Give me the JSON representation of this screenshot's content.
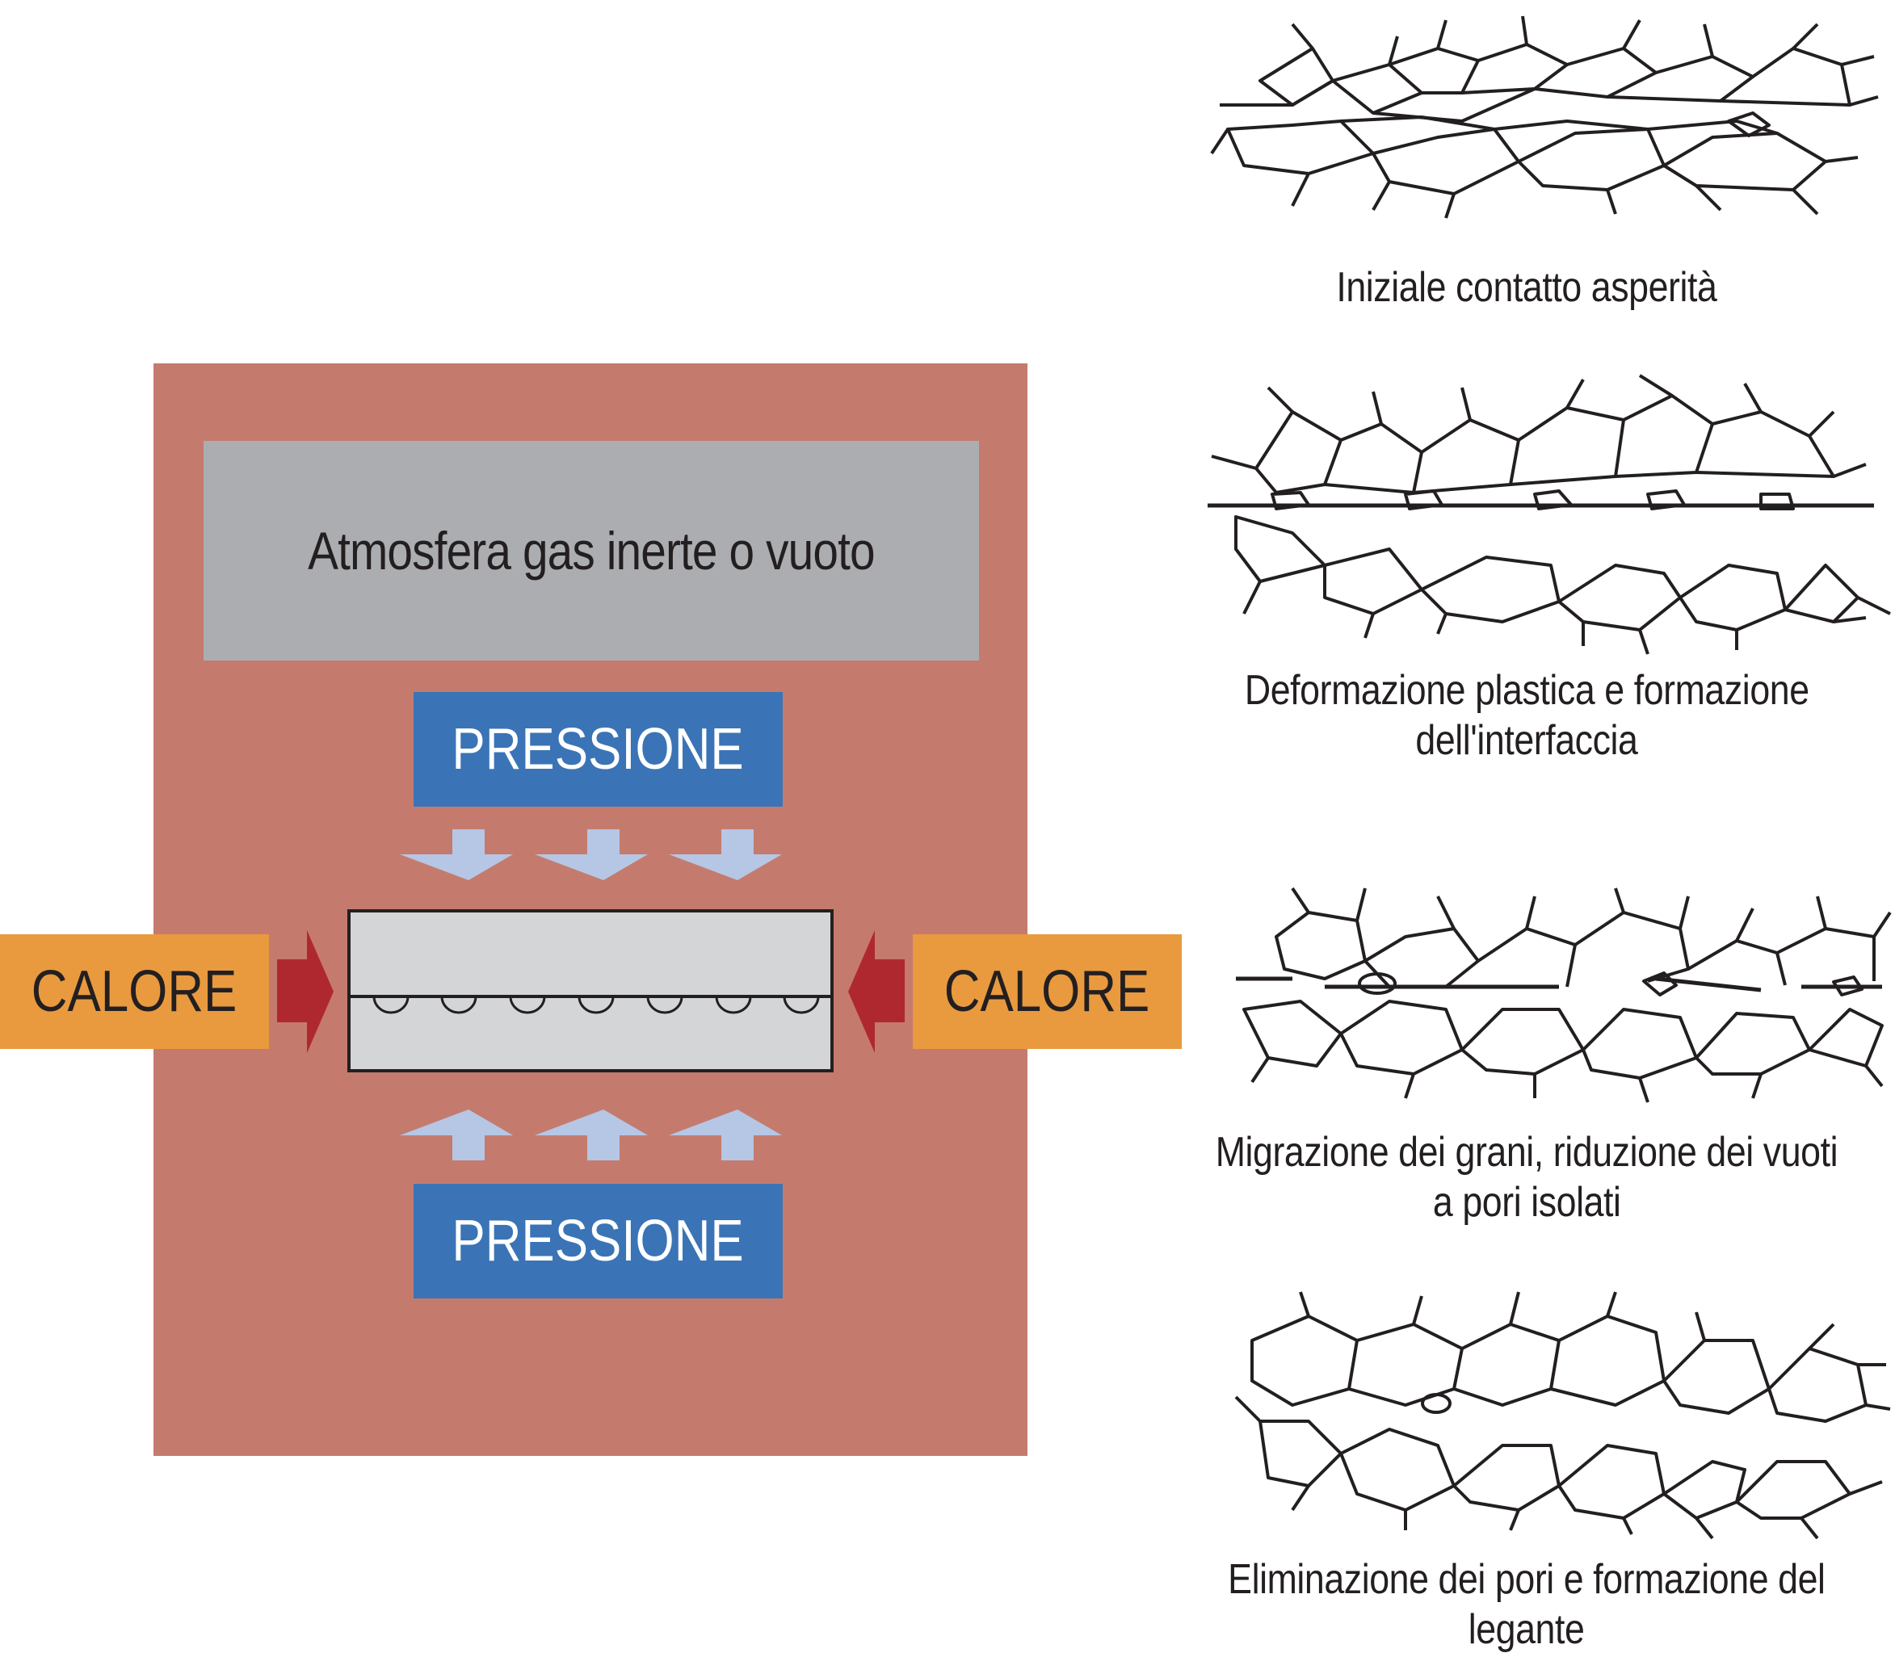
{
  "colors": {
    "chamber": "#c47b6e",
    "atmosphere_box": "#acadb0",
    "pressure_box": "#3a74b6",
    "pressure_arrow": "#b6c6e5",
    "heat_box": "#e99a3e",
    "heat_arrow": "#b0282f",
    "specimen": "#d4d5d7",
    "ink": "#231f20"
  },
  "chamber": {
    "atmosphere_label": "Atmosfera gas inerte o vuoto",
    "pressure_top_label": "PRESSIONE",
    "pressure_bottom_label": "PRESSIONE",
    "heat_left_label": "CALORE",
    "heat_right_label": "CALORE"
  },
  "stages": [
    {
      "caption_line1": "Iniziale contatto asperità",
      "caption_line2": ""
    },
    {
      "caption_line1": "Deformazione plastica e formazione",
      "caption_line2": "dell'interfaccia"
    },
    {
      "caption_line1": "Migrazione dei grani, riduzione dei vuoti",
      "caption_line2": "a pori isolati"
    },
    {
      "caption_line1": "Eliminazione dei pori e formazione del",
      "caption_line2": "legante"
    }
  ]
}
